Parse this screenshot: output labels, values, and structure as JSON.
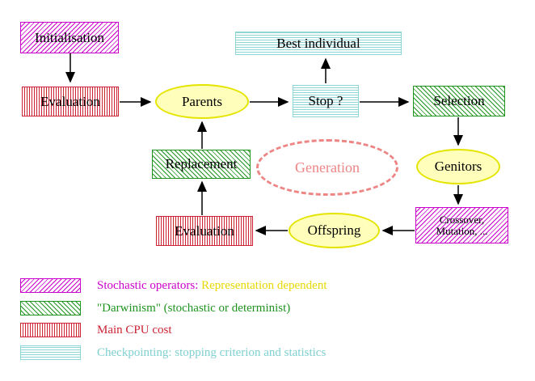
{
  "diagram": {
    "nodes": {
      "initialisation": "Initialisation",
      "evaluation_top": "Evaluation",
      "parents": "Parents",
      "stop": "Stop ?",
      "best_individual": "Best individual",
      "selection": "Selection",
      "genitors": "Genitors",
      "crossover_line1": "Crossover,",
      "crossover_line2": "Mutation, ...",
      "offspring": "Offspring",
      "evaluation_bottom": "Evaluation",
      "replacement": "Replacement",
      "generation": "Generation"
    },
    "colors": {
      "magenta": "#cc00cc",
      "green": "#1f941f",
      "red": "#cc2233",
      "cyan": "#8ed6d6",
      "yellow_fill": "#ffffbb",
      "yellow_border": "#e4e400",
      "salmon": "#ee8585"
    }
  },
  "legend": [
    {
      "swatch": "magenta-diagonal-hatch",
      "label": "Stochastic operators:",
      "label2": "Representation dependent"
    },
    {
      "swatch": "green-diagonal-hatch",
      "label": "\"Darwinism\" (stochastic or determinist)"
    },
    {
      "swatch": "red-vertical-stripes",
      "label": "Main CPU cost"
    },
    {
      "swatch": "cyan-horizontal-stripes",
      "label": "Checkpointing: stopping criterion and statistics"
    }
  ]
}
